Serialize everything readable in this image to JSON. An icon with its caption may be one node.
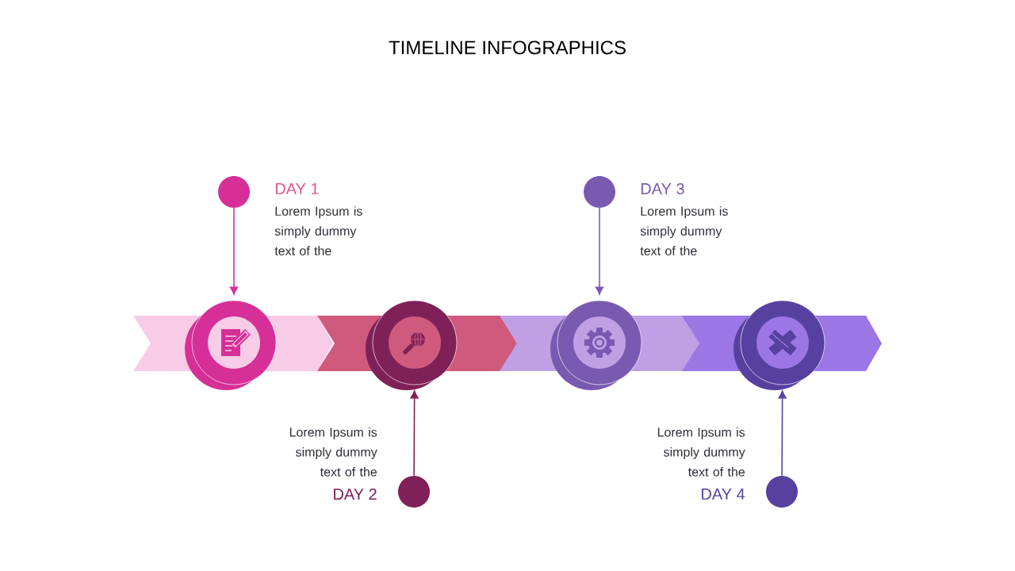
{
  "diagram": {
    "title": "TIMELINE INFOGRAPHICS",
    "nodes": [
      {
        "text": [],
        "shape": "circle",
        "beside": [
          "DAY 1",
          "Lorem Ipsum is simply dummy text of the"
        ]
      },
      {
        "text": [],
        "shape": "circle",
        "beside": [
          "DAY 3",
          "Lorem Ipsum is simply dummy text of the"
        ]
      },
      {
        "text": [],
        "shape": "arrow"
      },
      {
        "text": [],
        "shape": "arrow"
      },
      {
        "text": [],
        "shape": "arrow"
      },
      {
        "text": [],
        "shape": "arrow"
      },
      {
        "text": [],
        "shape": "circle"
      },
      {
        "text": [],
        "shape": "circle"
      },
      {
        "text": [],
        "shape": "circle"
      },
      {
        "text": [],
        "shape": "circle"
      },
      {
        "text": [],
        "shape": "circle",
        "beside": [
          "Lorem Ipsum is simply dummy text of the",
          "DAY 2"
        ]
      },
      {
        "text": [],
        "shape": "circle",
        "beside": [
          "Lorem Ipsum is simply dummy text of the",
          "DAY 4"
        ]
      }
    ],
    "edges": [
      {
        "from": 0,
        "to": 6,
        "arrow": "to",
        "color": "#d62f97"
      },
      {
        "from": 10,
        "to": 7,
        "arrow": "to",
        "color": "#7f2158"
      },
      {
        "from": 1,
        "to": 8,
        "arrow": "to",
        "color": "#7a5ab0"
      },
      {
        "from": 11,
        "to": 9,
        "arrow": "to",
        "color": "#5641a0"
      }
    ]
  }
}
